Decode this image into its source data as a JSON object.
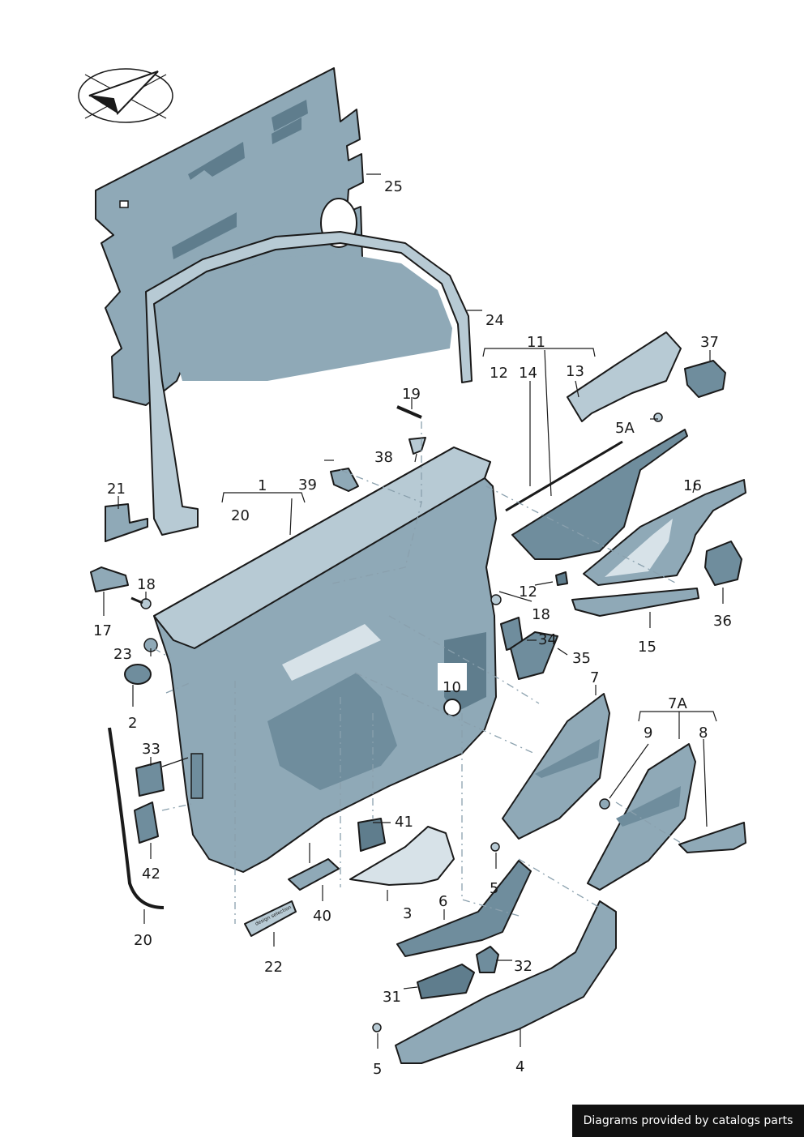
{
  "diagram": {
    "callouts": {
      "c1": "1",
      "c2": "2",
      "c3": "3",
      "c4": "4",
      "c5a": "5",
      "c5b": "5",
      "c5A": "5A",
      "c6": "6",
      "c7": "7",
      "c7A": "7A",
      "c8": "8",
      "c9": "9",
      "c10": "10",
      "c11": "11",
      "c12a": "12",
      "c12b": "12",
      "c13": "13",
      "c14": "14",
      "c15": "15",
      "c16": "16",
      "c17": "17",
      "c18a": "18",
      "c18b": "18",
      "c19": "19",
      "c20a": "20",
      "c20b": "20",
      "c21": "21",
      "c22": "22",
      "c23": "23",
      "c24": "24",
      "c25": "25",
      "c31": "31",
      "c32": "32",
      "c33": "33",
      "c34": "34",
      "c35": "35",
      "c36": "36",
      "c37": "37",
      "c38": "38",
      "c39": "39",
      "c40": "40",
      "c41": "41",
      "c42": "42"
    },
    "part22_marking": "design selection"
  },
  "footer": {
    "credit": "Diagrams provided by catalogs parts"
  },
  "colors": {
    "part_fill": "#8fa9b7",
    "part_fill_light": "#b7cad4",
    "part_fill_dark": "#6f8d9d",
    "outline": "#1a1a1a",
    "dash_line": "#8aa0ad",
    "credit_bg": "#111111"
  }
}
